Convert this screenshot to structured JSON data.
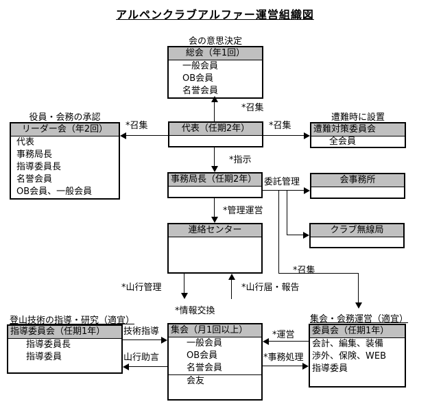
{
  "title": "アルペンクラブアルファー運営組織図",
  "colors": {
    "header_fill": "#c0c0c0",
    "border": "#000000",
    "background": "#ffffff"
  },
  "boxes": {
    "soukai": {
      "caption": "会の意思決定",
      "header": "総会（年1回）",
      "rows": [
        "一般会員",
        "OB会員",
        "名誉会員"
      ]
    },
    "leader": {
      "caption": "役員・会務の承認",
      "header": "リーダー会（年2回）",
      "rows": [
        "代表",
        "事務局長",
        "指導委員長",
        "名誉会員",
        "OB会員、一般会員"
      ]
    },
    "daihyo": {
      "header": "代表（任期2年）"
    },
    "sounan": {
      "caption": "遭難時に設置",
      "header": "遭難対策委員会",
      "rows": [
        "全会員"
      ]
    },
    "jimukyokucho": {
      "header": "事務局長（任期2年）"
    },
    "kaijimusho": {
      "header": "会事務所"
    },
    "renraku": {
      "header": "連絡センター"
    },
    "musenkyoku": {
      "header": "クラブ無線局"
    },
    "shidou": {
      "caption": "登山技術の指導・研究（適宜）",
      "header": "指導委員会（任期1年）",
      "rows": [
        "指導委員長",
        "指導委員"
      ]
    },
    "shukai": {
      "header": "集会（月1回以上）",
      "rows": [
        "一般会員",
        "OB会員",
        "名誉会員"
      ],
      "rows2": [
        "会友"
      ]
    },
    "iinkai": {
      "caption": "集会・会務運営（適宜）",
      "header": "委員会（任期1年）",
      "rows": [
        "会計、編集、装備",
        "渉外、保険、WEB",
        "指導委員"
      ]
    }
  },
  "arrow_labels": {
    "shoshu_soukai": "*召集",
    "shoshu_leader": "*召集",
    "shoshu_sounan": "*召集",
    "shiji": "*指示",
    "itaku_kanri": "委託管理",
    "kanri_unei": "*管理運営",
    "shoshu_iinkai": "*召集",
    "sankou_kanri": "*山行管理",
    "sankou_todoke": "*山行届・報告",
    "jouhou_koukan": "*情報交換",
    "gijutsu_shidou": "技術指導",
    "sankou_jogen": "山行助言",
    "unei": "*運営",
    "jimu_shori": "*事務処理"
  }
}
